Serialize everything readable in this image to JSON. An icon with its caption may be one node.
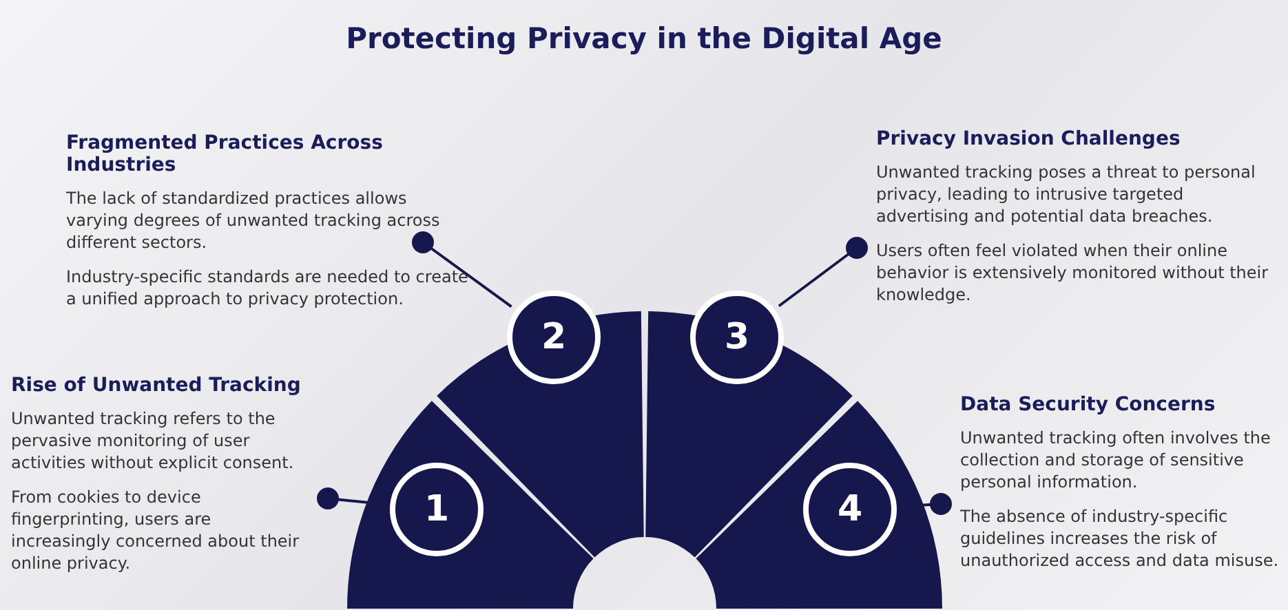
{
  "diagram": {
    "title": "Protecting Privacy in the Digital Age",
    "nodes": [
      {
        "text": [
          "Fragmented Practices Across Industries",
          "The lack of standardized practices allows varying degrees of unwanted tracking across different sectors.",
          "Industry-specific standards are needed to create a unified approach to privacy protection."
        ]
      },
      {
        "text": [
          "Privacy Invasion Challenges",
          "Unwanted tracking poses a threat to personal privacy, leading to intrusive targeted advertising and potential data breaches.",
          "Users often feel violated when their online behavior is extensively monitored without their knowledge."
        ]
      },
      {
        "text": [
          "Rise of Unwanted Tracking",
          "Unwanted tracking refers to the pervasive monitoring of user activities without explicit consent.",
          "From cookies to device fingerprinting, users are increasingly concerned about their online privacy."
        ]
      },
      {
        "text": [
          "Data Security Concerns",
          "Unwanted tracking often involves the collection and storage of sensitive personal information.",
          "The absence of industry-specific guidelines increases the risk of unauthorized access and data misuse."
        ]
      },
      {
        "text": [
          "1"
        ]
      },
      {
        "text": [
          "2"
        ]
      },
      {
        "text": [
          "3"
        ]
      },
      {
        "text": [
          "4"
        ]
      }
    ],
    "edges": [
      {
        "from": 4,
        "to": 2,
        "arrow": "other"
      },
      {
        "from": 5,
        "to": 0,
        "arrow": "other"
      },
      {
        "from": 6,
        "to": 1,
        "arrow": "other"
      },
      {
        "from": 7,
        "to": 3,
        "arrow": "other"
      }
    ]
  }
}
